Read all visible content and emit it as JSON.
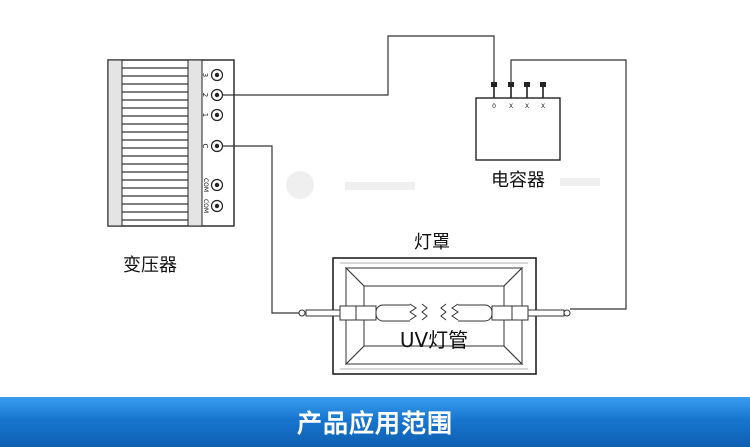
{
  "labels": {
    "transformer": "变压器",
    "capacitor": "电容器",
    "lamp_shade": "灯罩",
    "uv_lamp": "UV灯管"
  },
  "transformer_terminals": [
    "3",
    "2",
    "1",
    "C",
    "COM",
    "COM"
  ],
  "capacitor_terminals": [
    "0",
    "X",
    "X",
    "X"
  ],
  "banner": {
    "title": "产品应用范围",
    "color": "#1876cf"
  }
}
